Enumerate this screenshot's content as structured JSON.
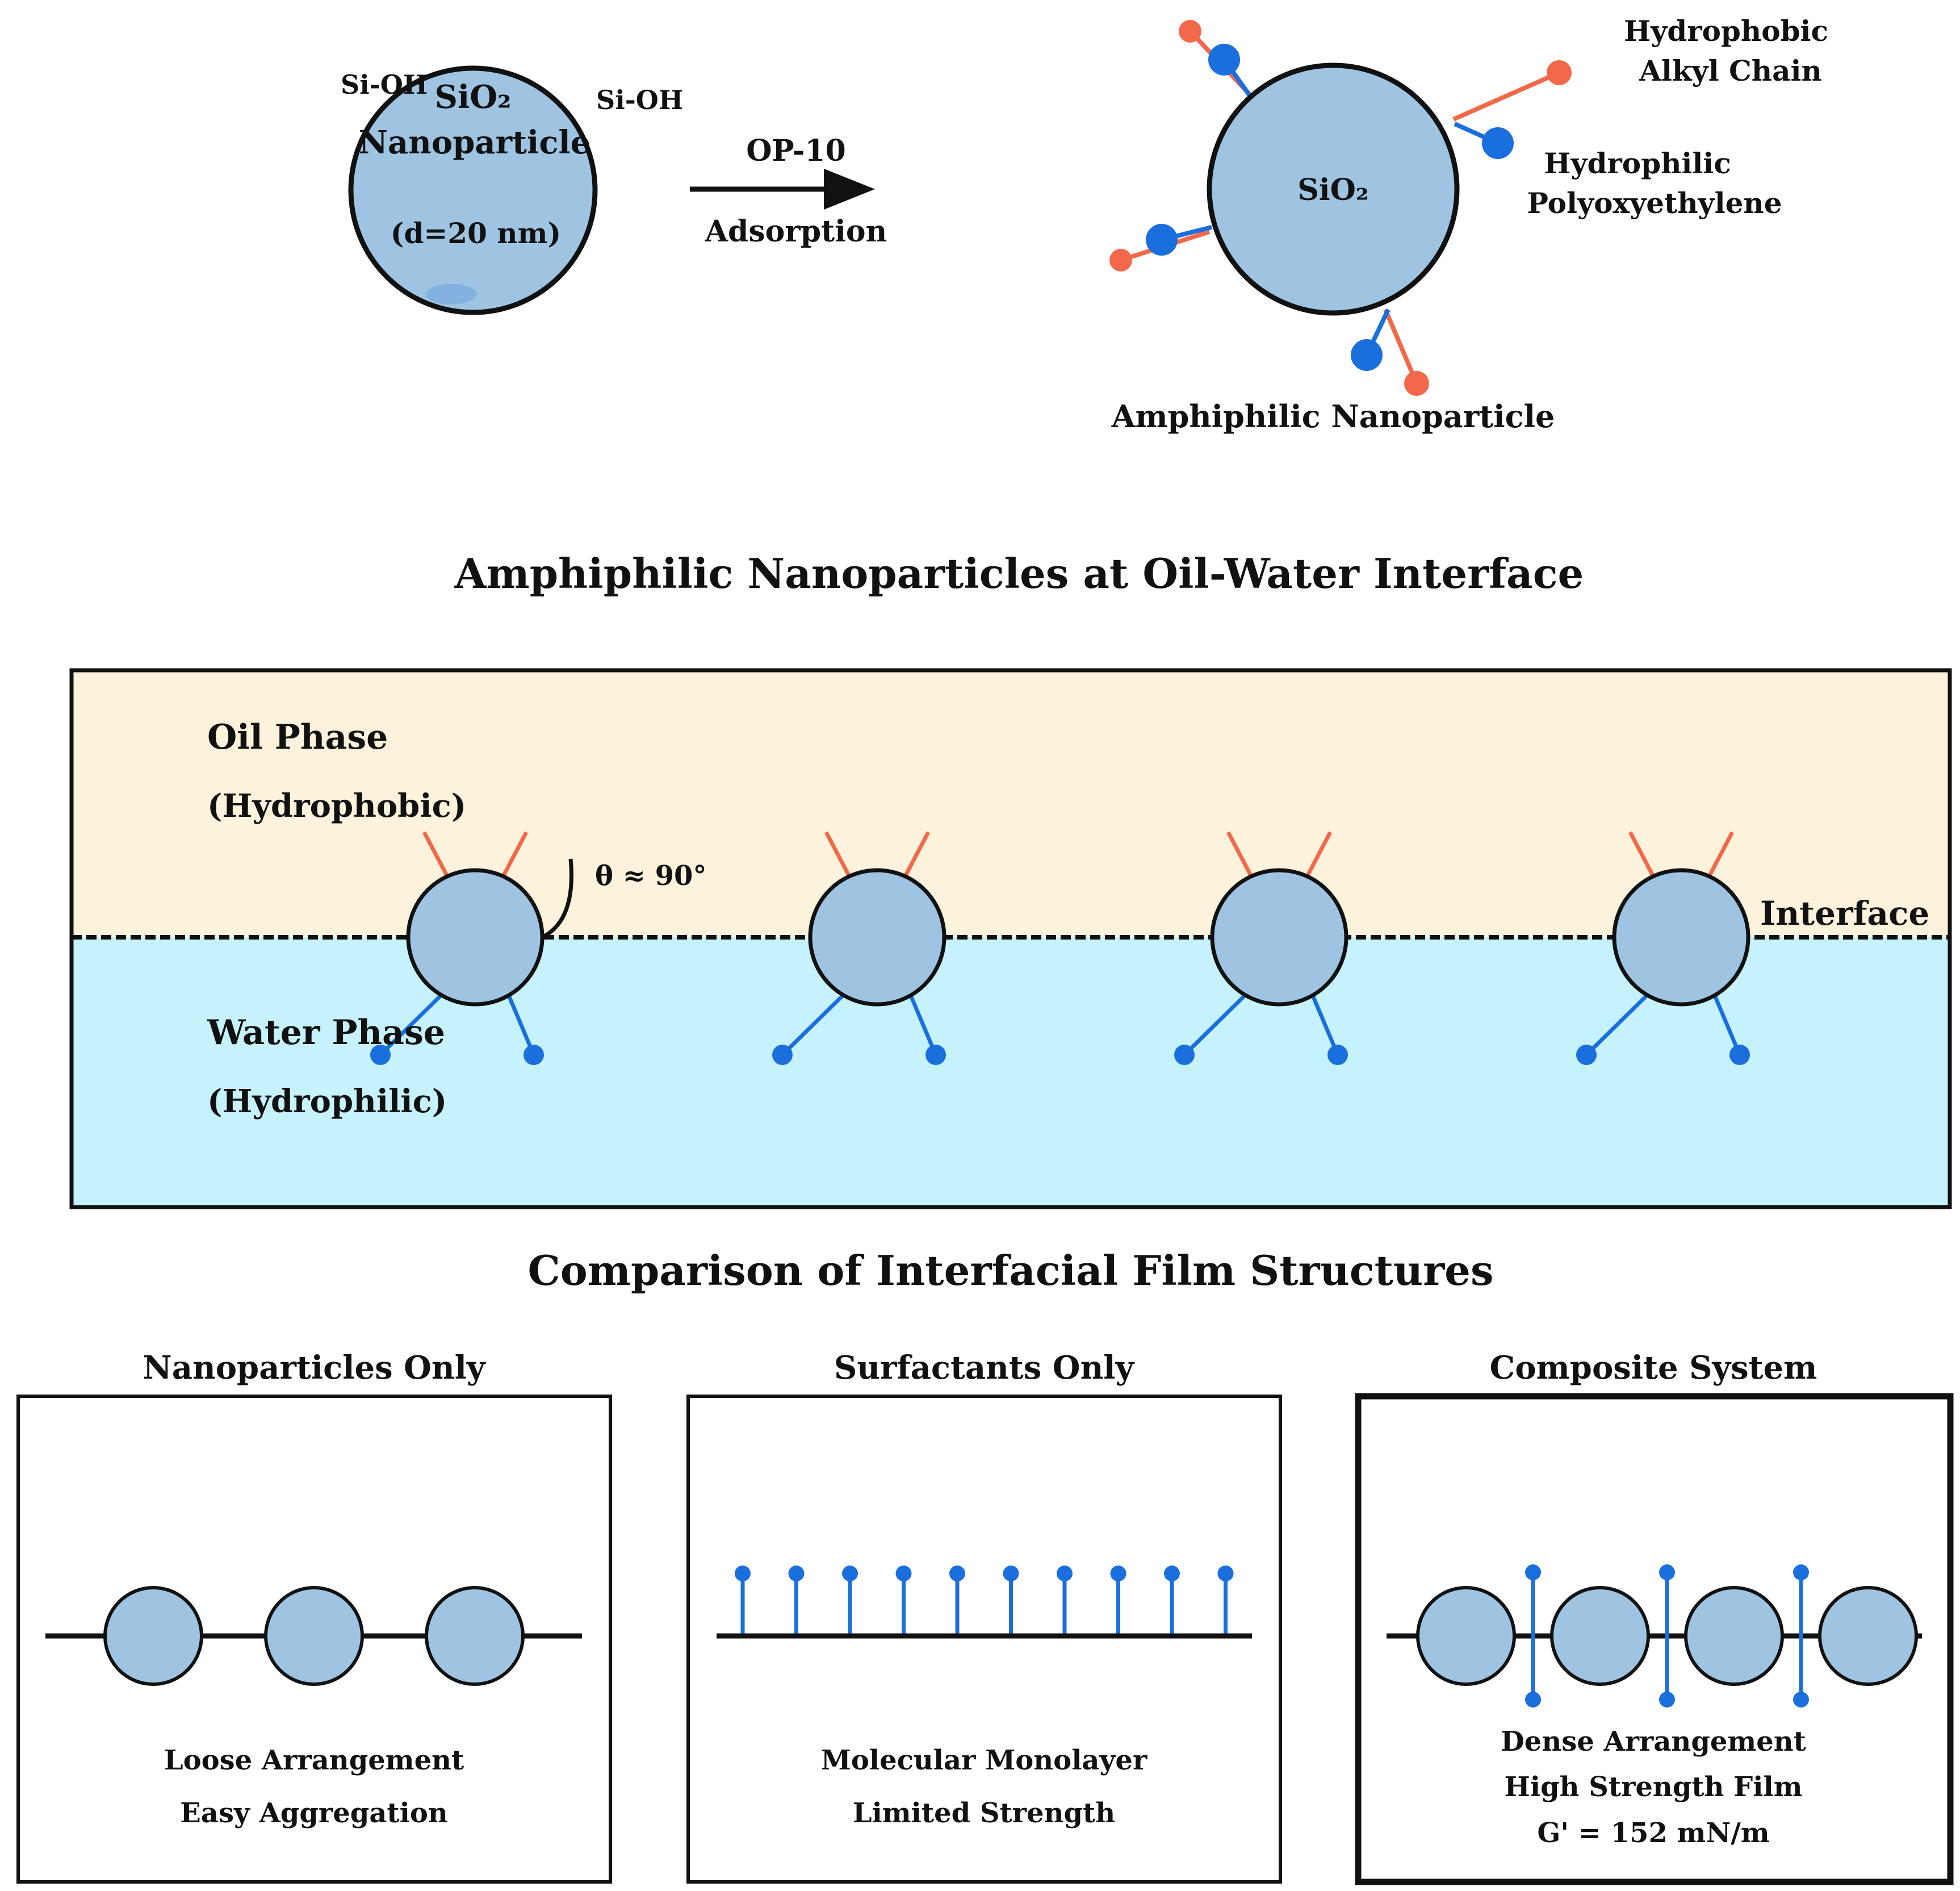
{
  "colors": {
    "particle_fill": "#9ec4e2",
    "outline": "#111111",
    "hydrophobic": "#f1694a",
    "hydrophilic": "#1a6fdc",
    "oil_phase": "#fdf3dc",
    "water_phase": "#c6f2fd"
  },
  "top": {
    "plain_particle": {
      "silanol_left": "Si-OH",
      "silanol_right": "Si-OH",
      "title_line1": "SiO₂",
      "title_line2": "Nanoparticle",
      "size": "(d=20 nm)"
    },
    "arrow": {
      "above": "OP-10",
      "below": "Adsorption"
    },
    "modified_particle": {
      "core": "SiO₂",
      "hydrophobic_line1": "Hydrophobic",
      "hydrophobic_line2": "Alkyl Chain",
      "hydrophilic_line1": "Hydrophilic",
      "hydrophilic_line2": "Polyoxyethylene",
      "caption": "Amphiphilic Nanoparticle"
    }
  },
  "interface": {
    "title": "Amphiphilic Nanoparticles at Oil-Water Interface",
    "oil_label": "Oil Phase",
    "oil_sub": "(Hydrophobic)",
    "water_label": "Water Phase",
    "water_sub": "(Hydrophilic)",
    "angle": "θ ≈ 90°",
    "interface_label": "Interface",
    "particle_count": 4
  },
  "comparison": {
    "title": "Comparison of Interfacial Film Structures",
    "panels": [
      {
        "title": "Nanoparticles Only",
        "line1": "Loose Arrangement",
        "line2": "Easy Aggregation",
        "line3": "",
        "particles": 3
      },
      {
        "title": "Surfactants Only",
        "line1": "Molecular Monolayer",
        "line2": "Limited Strength",
        "line3": "",
        "molecules": 10
      },
      {
        "title": "Composite System",
        "line1": "Dense Arrangement",
        "line2": "High Strength Film",
        "line3": "G' = 152 mN/m",
        "particles": 4,
        "surfactants": 3
      }
    ]
  }
}
